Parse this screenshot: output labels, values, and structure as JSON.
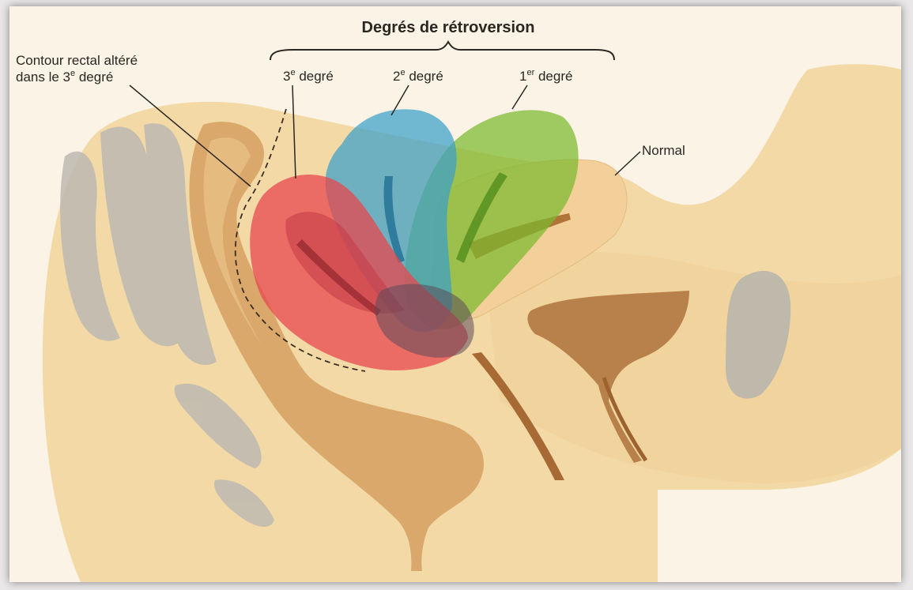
{
  "title": "Degrés de rétroversion",
  "labels": {
    "rectal_contour": {
      "line1": "Contour rectal altéré",
      "line2_pre": "dans le 3",
      "line2_sup": "e",
      "line2_post": " degré"
    },
    "third": {
      "num": "3",
      "sup": "e",
      "rest": " degré"
    },
    "second": {
      "num": "2",
      "sup": "e",
      "rest": " degré"
    },
    "first": {
      "num": "1",
      "sup": "er",
      "rest": " degré"
    },
    "normal": "Normal"
  },
  "colors": {
    "tissue": "#f3d9a6",
    "tissue_edge": "#ecca8c",
    "bone": "#b9b6ad",
    "rectum": "#d9a86a",
    "rectum_dark": "#b8793a",
    "bladder": "#b8804a",
    "third_degree": "#e8474f",
    "second_degree": "#3a9fc9",
    "first_degree": "#7cb82e",
    "normal": "#f3d09a"
  }
}
